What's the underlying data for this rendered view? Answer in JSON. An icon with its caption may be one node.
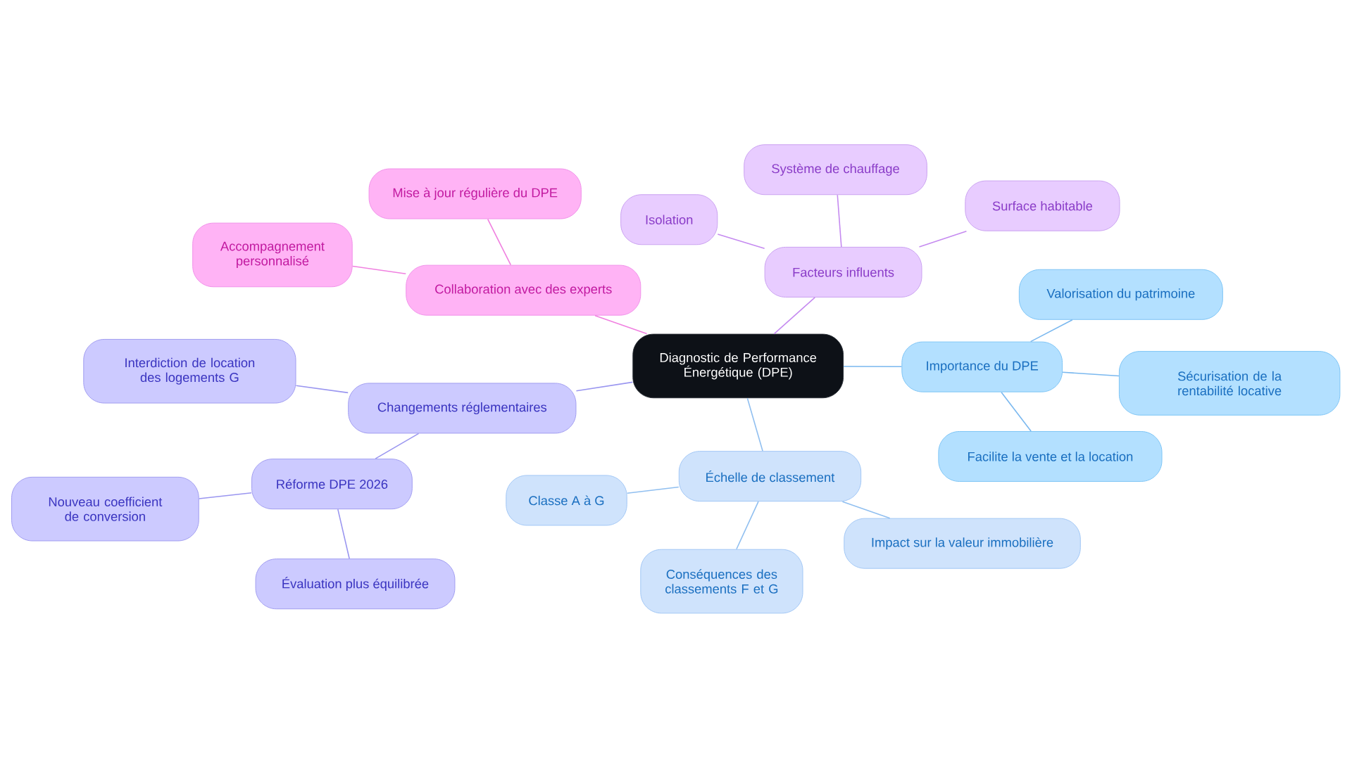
{
  "diagram": {
    "nodes": [
      {
        "text": [
          "Diagnostic de Performance Énergétique (DPE)"
        ]
      },
      {
        "text": [
          "Collaboration avec des experts"
        ]
      },
      {
        "text": [
          "Mise à jour régulière du DPE"
        ]
      },
      {
        "text": [
          "Accompagnement personnalisé"
        ]
      },
      {
        "text": [
          "Facteurs influents"
        ]
      },
      {
        "text": [
          "Isolation"
        ]
      },
      {
        "text": [
          "Système de chauffage"
        ]
      },
      {
        "text": [
          "Surface habitable"
        ]
      },
      {
        "text": [
          "Importance du DPE"
        ]
      },
      {
        "text": [
          "Valorisation du patrimoine"
        ]
      },
      {
        "text": [
          "Sécurisation de la rentabilité locative"
        ]
      },
      {
        "text": [
          "Facilite la vente et la location"
        ]
      },
      {
        "text": [
          "Échelle de classement"
        ]
      },
      {
        "text": [
          "Classe A à G"
        ]
      },
      {
        "text": [
          "Impact sur la valeur immobilière"
        ]
      },
      {
        "text": [
          "Conséquences des classements F et G"
        ]
      },
      {
        "text": [
          "Changements réglementaires"
        ]
      },
      {
        "text": [
          "Interdiction de location des logements G"
        ]
      },
      {
        "text": [
          "Réforme DPE 2026"
        ]
      },
      {
        "text": [
          "Nouveau coefficient de conversion"
        ]
      },
      {
        "text": [
          "Évaluation plus équilibrée"
        ]
      }
    ],
    "edges": [
      {
        "from": 0,
        "to": 1,
        "arrow": "none",
        "color": "#f080e0"
      },
      {
        "from": 1,
        "to": 2,
        "arrow": "none",
        "color": "#f080e0"
      },
      {
        "from": 1,
        "to": 3,
        "arrow": "none",
        "color": "#f080e0"
      },
      {
        "from": 0,
        "to": 4,
        "arrow": "none",
        "color": "#c58af0"
      },
      {
        "from": 4,
        "to": 5,
        "arrow": "none",
        "color": "#c58af0"
      },
      {
        "from": 4,
        "to": 6,
        "arrow": "none",
        "color": "#c58af0"
      },
      {
        "from": 4,
        "to": 7,
        "arrow": "none",
        "color": "#c58af0"
      },
      {
        "from": 0,
        "to": 8,
        "arrow": "none",
        "color": "#7ab8ef"
      },
      {
        "from": 8,
        "to": 9,
        "arrow": "none",
        "color": "#7ab8ef"
      },
      {
        "from": 8,
        "to": 10,
        "arrow": "none",
        "color": "#7ab8ef"
      },
      {
        "from": 8,
        "to": 11,
        "arrow": "none",
        "color": "#7ab8ef"
      },
      {
        "from": 0,
        "to": 12,
        "arrow": "none",
        "color": "#90bff0"
      },
      {
        "from": 12,
        "to": 13,
        "arrow": "none",
        "color": "#90bff0"
      },
      {
        "from": 12,
        "to": 14,
        "arrow": "none",
        "color": "#90bff0"
      },
      {
        "from": 12,
        "to": 15,
        "arrow": "none",
        "color": "#90bff0"
      },
      {
        "from": 0,
        "to": 16,
        "arrow": "none",
        "color": "#9a96f0"
      },
      {
        "from": 16,
        "to": 17,
        "arrow": "none",
        "color": "#9a96f0"
      },
      {
        "from": 16,
        "to": 18,
        "arrow": "none",
        "color": "#9a96f0"
      },
      {
        "from": 18,
        "to": 19,
        "arrow": "none",
        "color": "#9a96f0"
      },
      {
        "from": 18,
        "to": 20,
        "arrow": "none",
        "color": "#9a96f0"
      }
    ]
  }
}
